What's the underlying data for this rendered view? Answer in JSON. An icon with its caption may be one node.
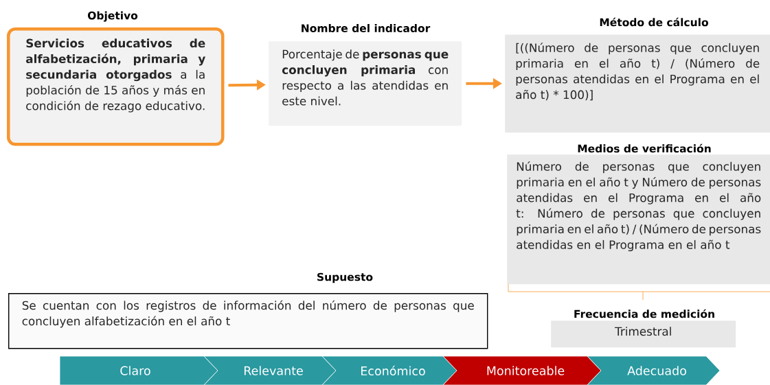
{
  "diagram": {
    "nodes": [
      {
        "text": [
          "Objetivo",
          "**Servicios educativos de alfabetización, primaria y secundaria otorgados** a la población de 15 años y más en condición de rezago educativo."
        ]
      },
      {
        "text": [
          "Nombre del indicador",
          "Porcentaje de **personas que concluyen primaria** con respecto a las atendidas en este nivel."
        ]
      },
      {
        "text": [
          "Método de cálculo",
          "[((Número de personas que concluyen primaria en el año t) / (Número de personas atendidas en el Programa en el año t) * 100)]"
        ]
      },
      {
        "text": [
          "Medios de verificación",
          "Número de personas que concluyen primaria en el año t y Número de personas atendidas en el Programa en el año t: Número de personas que concluyen primaria en el año t) / (Número de personas atendidas en el Programa en el año t"
        ]
      },
      {
        "text": [
          "Frecuencia de medición",
          "Trimestral"
        ]
      },
      {
        "text": [
          "Supuesto",
          "Se cuentan con los registros de información del número de personas que concluyen alfabetización en el año t"
        ]
      },
      {
        "text": [
          "Claro"
        ]
      },
      {
        "text": [
          "Relevante"
        ]
      },
      {
        "text": [
          "Económico"
        ]
      },
      {
        "text": [
          "Monitoreable"
        ]
      },
      {
        "text": [
          "Adecuado"
        ]
      }
    ],
    "edges": [
      {
        "from": 0,
        "to": 1,
        "arrow": "to"
      },
      {
        "from": 1,
        "to": 2,
        "arrow": "to"
      }
    ]
  }
}
